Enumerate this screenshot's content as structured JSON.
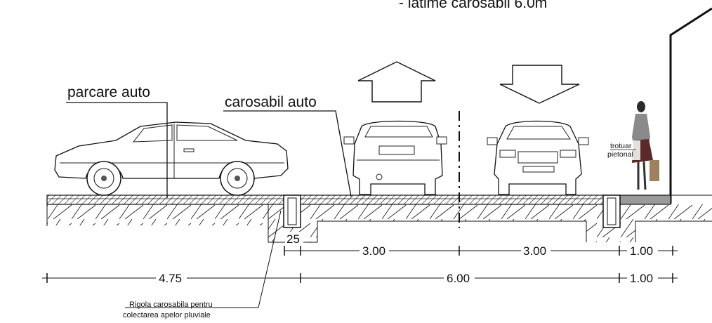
{
  "header": {
    "top_note": "- latime carosabil 6.0m"
  },
  "labels": {
    "parking": "parcare auto",
    "roadway": "carosabil auto",
    "sidewalk_line1": "trotuar",
    "sidewalk_line2": "pietonal",
    "gutter_line1": "Rigola carosabila pentru",
    "gutter_line2": "colectarea apelor pluviale"
  },
  "dimensions": {
    "row1": [
      "25",
      "3.00",
      "3.00",
      "1.00"
    ],
    "row2": [
      "4.75",
      "6.00",
      "1.00"
    ]
  },
  "arrows": [
    {
      "name": "lane-arrow-up",
      "direction": "up"
    },
    {
      "name": "lane-arrow-down",
      "direction": "down"
    }
  ]
}
